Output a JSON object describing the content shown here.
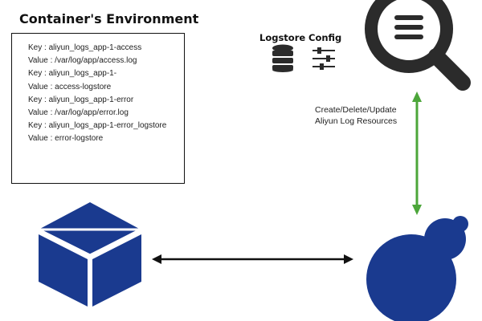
{
  "env_title": "Container's Environment",
  "env_entries": [
    "Key : aliyun_logs_app-1-access",
    "Value : /var/log/app/access.log",
    "Key : aliyun_logs_app-1-",
    "Value : access-logstore",
    "Key : aliyun_logs_app-1-error",
    "Value : /var/log/app/error.log",
    "Key : aliyun_logs_app-1-error_logstore",
    "Value : error-logstore"
  ],
  "logstore_label": "Logstore",
  "config_label": "Config",
  "arrow_note": [
    "Create/Delete/Update",
    "Aliyun Log Resources"
  ],
  "icons": {
    "log_service": "magnifier-icon",
    "logstore": "database-icon",
    "config": "sliders-icon",
    "container": "cube-icon",
    "agent": "gourd-icon"
  },
  "colors": {
    "brand_blue": "#1a3a8f",
    "dark": "#2b2b2b",
    "green_arrow": "#4ca63a"
  }
}
